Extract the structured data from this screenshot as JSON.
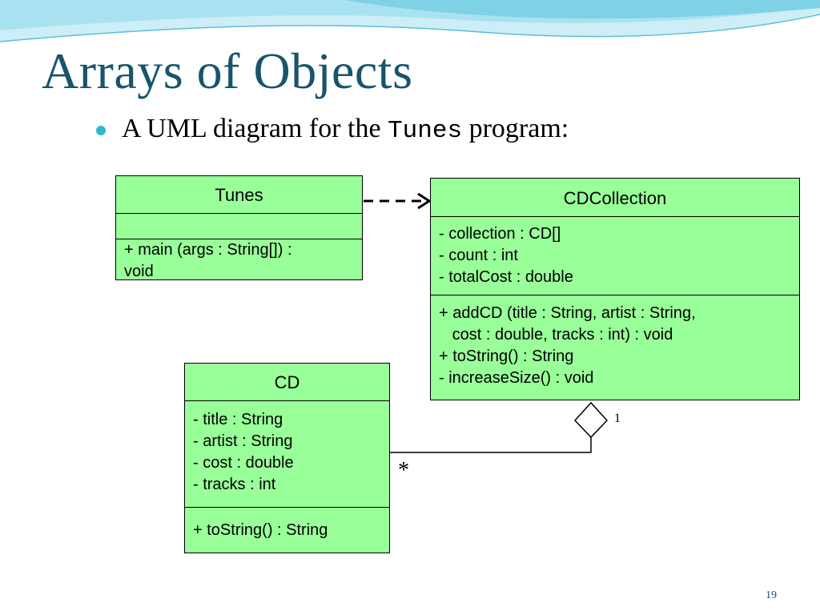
{
  "slide": {
    "title": "Arrays of Objects",
    "bullet_prefix": "A UML diagram for the ",
    "bullet_code": "Tunes",
    "bullet_suffix": " program:",
    "page_number": "19"
  },
  "diagram": {
    "classes": [
      {
        "name": "Tunes",
        "attributes": [],
        "operations": [
          "+ main (args : String[]) :",
          "void"
        ]
      },
      {
        "name": "CDCollection",
        "attributes": [
          "- collection : CD[]",
          "- count : int",
          "- totalCost : double"
        ],
        "operations": [
          "+ addCD (title : String, artist : String,",
          "   cost : double, tracks : int) : void",
          "+ toString() : String",
          "- increaseSize() : void"
        ]
      },
      {
        "name": "CD",
        "attributes": [
          "- title : String",
          "- artist : String",
          "- cost : double",
          "- tracks : int"
        ],
        "operations": [
          "+ toString() : String"
        ]
      }
    ],
    "relationships": [
      {
        "type": "dependency",
        "from": "Tunes",
        "to": "CDCollection"
      },
      {
        "type": "aggregation",
        "whole": "CDCollection",
        "part": "CD",
        "whole_multiplicity": "1",
        "part_multiplicity": "*"
      }
    ]
  },
  "colors": {
    "title": "#17556b",
    "class_fill": "#99ff99",
    "bullet": "#2fb6d0"
  }
}
